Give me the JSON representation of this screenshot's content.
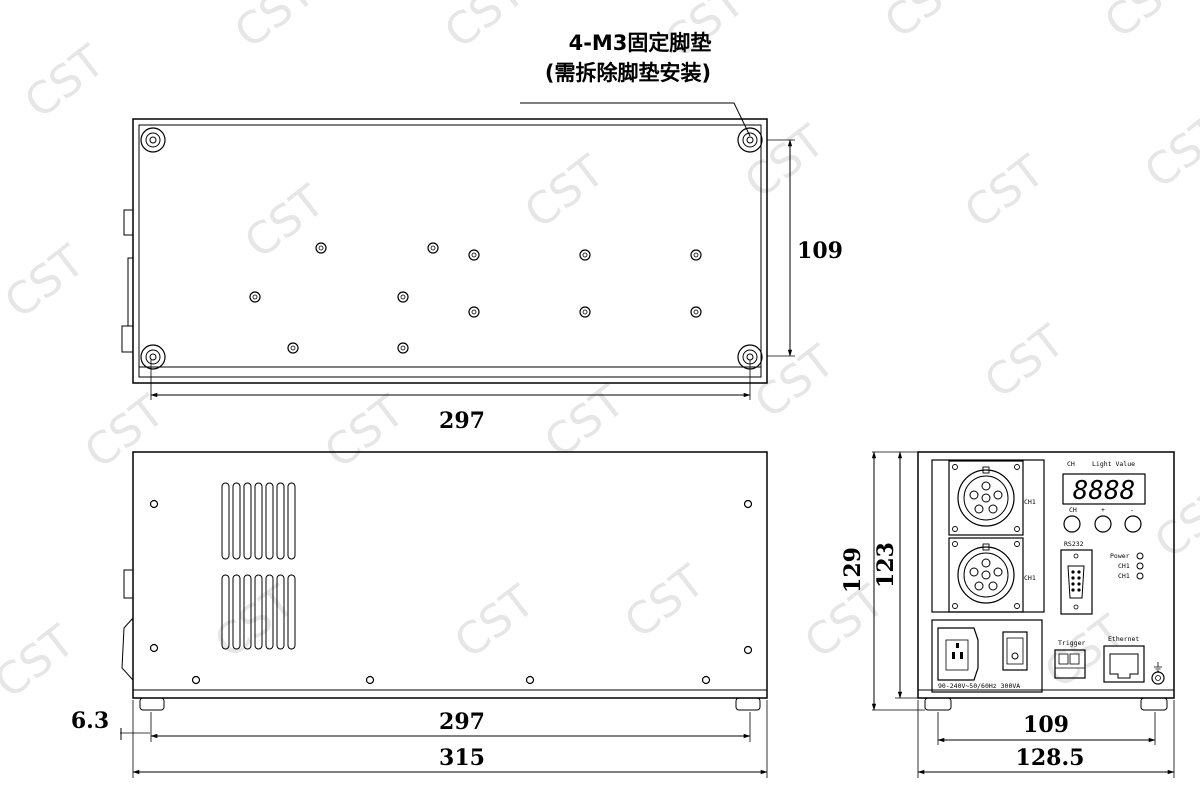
{
  "watermark": "CST",
  "callout": {
    "line1": "4-M3固定脚垫",
    "line2": "(需拆除脚垫安装)"
  },
  "top_view": {
    "height_dim": "109",
    "width_dim": "297"
  },
  "side_view": {
    "foot_dim": "6.3",
    "inner_width_dim": "297",
    "overall_width_dim": "315"
  },
  "front_panel": {
    "height_outer_dim": "129",
    "height_inner_dim": "123",
    "inner_width_dim": "109",
    "outer_width_dim": "128.5",
    "display_digits": "8888",
    "label_ch": "CH",
    "label_light_value": "Light Value",
    "button_labels": [
      "CH",
      "+",
      "-"
    ],
    "connector_labels": [
      "CH1",
      "CH1"
    ],
    "label_rs232": "RS232",
    "indicator_labels": [
      "Power",
      "CH1",
      "CH1"
    ],
    "label_trigger": "Trigger",
    "label_ethernet": "Ethernet",
    "label_power_rating": "90-240V~50/60Hz 300VA"
  }
}
